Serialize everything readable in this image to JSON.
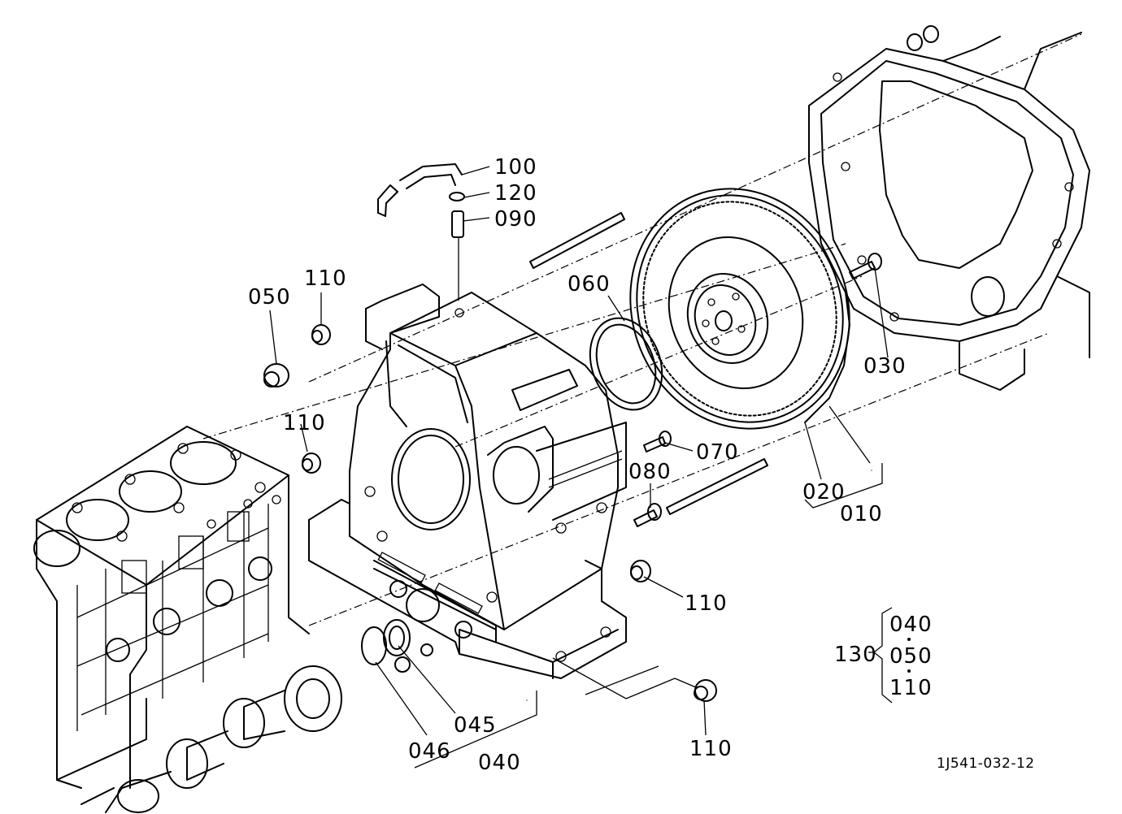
{
  "callouts": [
    {
      "id": "100",
      "text": "100"
    },
    {
      "id": "120",
      "text": "120"
    },
    {
      "id": "090",
      "text": "090"
    },
    {
      "id": "060",
      "text": "060"
    },
    {
      "id": "110a",
      "text": "110"
    },
    {
      "id": "050",
      "text": "050"
    },
    {
      "id": "110b",
      "text": "110"
    },
    {
      "id": "070",
      "text": "070"
    },
    {
      "id": "080",
      "text": "080"
    },
    {
      "id": "030",
      "text": "030"
    },
    {
      "id": "020",
      "text": "020"
    },
    {
      "id": "010",
      "text": "010"
    },
    {
      "id": "110c",
      "text": "110"
    },
    {
      "id": "110d",
      "text": "110"
    },
    {
      "id": "045",
      "text": "045"
    },
    {
      "id": "046",
      "text": "046"
    },
    {
      "id": "040",
      "text": "040"
    }
  ],
  "kit": {
    "label": "130",
    "items": [
      "040",
      "050",
      "110"
    ]
  },
  "drawing_code": "1J541-032-12"
}
